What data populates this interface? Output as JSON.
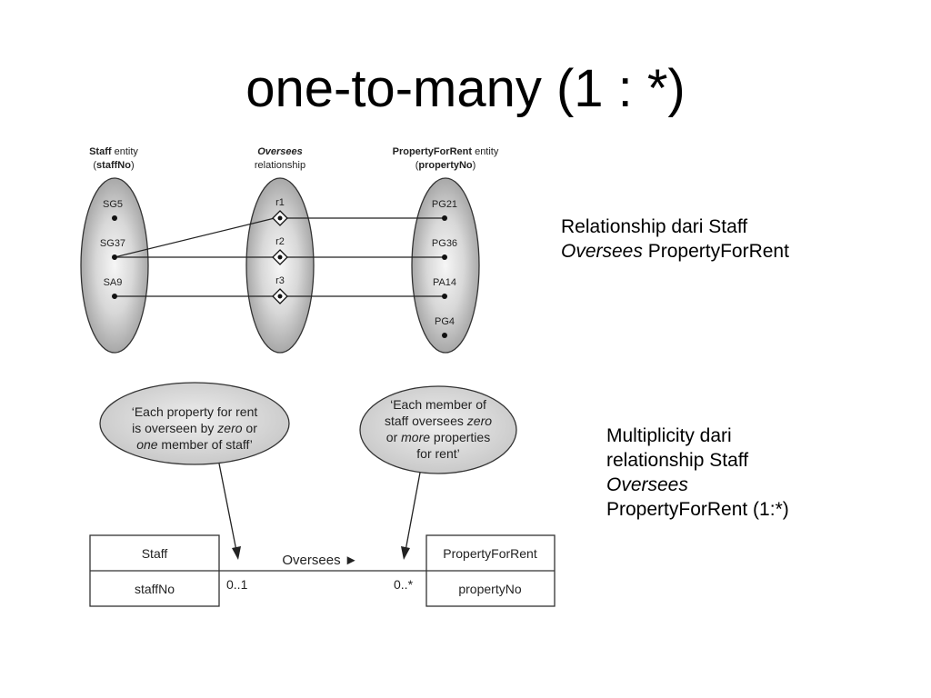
{
  "slide_title": "one-to-many (1 : *)",
  "occurrence_diagram": {
    "staff_set": {
      "label_bold": "Staff",
      "label_rest": " entity",
      "key_open": "(",
      "key_bold": "staffNo",
      "key_close": ")",
      "members": [
        "SG5",
        "SG37",
        "SA9"
      ]
    },
    "relationship_set": {
      "label_italic": "Oversees",
      "label_rest": "relationship",
      "members": [
        "r1",
        "r2",
        "r3"
      ]
    },
    "property_set": {
      "label_bold": "PropertyForRent",
      "label_rest": " entity",
      "key_open": "(",
      "key_bold": "propertyNo",
      "key_close": ")",
      "members": [
        "PG21",
        "PG36",
        "PA14",
        "PG4"
      ]
    },
    "links": [
      {
        "staff": "SG37",
        "relationship": "r1",
        "property": "PG21"
      },
      {
        "staff": "SG37",
        "relationship": "r2",
        "property": "PG36"
      },
      {
        "staff": "SA9",
        "relationship": "r3",
        "property": "PA14"
      }
    ]
  },
  "uml_diagram": {
    "bubble_left": {
      "l1": "‘Each property for rent",
      "l2": "is overseen by ",
      "l2_italic": "zero",
      "l2_end": " or",
      "l3_italic": "one",
      "l3_end": " member of staff’"
    },
    "bubble_right": {
      "l1": "‘Each member of",
      "l2": "staff oversees ",
      "l2_italic": "zero",
      "l3": "or ",
      "l3_italic": "more",
      "l3_end": " properties",
      "l4": "for rent’"
    },
    "staff_box": {
      "name": "Staff",
      "attribute": "staffNo"
    },
    "property_box": {
      "name": "PropertyForRent",
      "attribute": "propertyNo"
    },
    "association_label": "Oversees ►",
    "multiplicity_left": "0..1",
    "multiplicity_right": "0..*"
  },
  "description_1": {
    "w1": "Relationship",
    "w2": "dari",
    "w3": "Staff",
    "italic": "Oversees",
    "rest": " PropertyForRent"
  },
  "description_2": {
    "l1": "Multiplicity dari",
    "l2": "relationship Staff",
    "l3_italic": "Oversees",
    "l4": "PropertyForRent (1:*)"
  }
}
